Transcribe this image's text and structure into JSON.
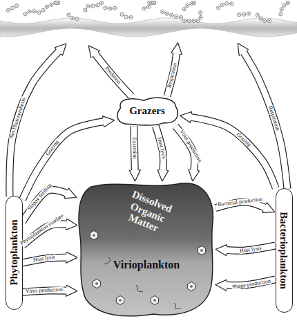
{
  "diagram": {
    "nodes": [
      {
        "text": [
          "Grazers"
        ]
      },
      {
        "text": [
          "Phytoplankton"
        ]
      },
      {
        "text": [
          "Dissolved Organic Matter",
          "Virioplankton"
        ]
      },
      {
        "text": [
          "Bacterioplankton"
        ]
      }
    ],
    "edges": [
      {
        "from": 1,
        "to": 0,
        "arrow": "to",
        "label": "Grazing"
      },
      {
        "from": 1,
        "to": 2,
        "arrow": "to",
        "label": "Sloppy feeding"
      },
      {
        "from": 1,
        "to": 2,
        "arrow": "to",
        "label": "Phytoplankton exudate"
      },
      {
        "from": 1,
        "to": 2,
        "arrow": "to",
        "label": "Host lysis"
      },
      {
        "from": 1,
        "to": 2,
        "arrow": "to",
        "label": "Virus production"
      },
      {
        "from": 0,
        "to": 2,
        "arrow": "to",
        "label": "Excretion"
      },
      {
        "from": 0,
        "to": 2,
        "arrow": "to",
        "label": "Host lysis"
      },
      {
        "from": 0,
        "to": 2,
        "arrow": "to",
        "label": "Virus production"
      },
      {
        "from": 3,
        "to": 0,
        "arrow": "to",
        "label": "Grazing"
      },
      {
        "from": 2,
        "to": 3,
        "arrow": "to",
        "label": "Bacterial production"
      },
      {
        "from": 3,
        "to": 2,
        "arrow": "to",
        "label": "Host lysis"
      },
      {
        "from": 3,
        "to": 2,
        "arrow": "to",
        "label": "Phage production"
      }
    ],
    "labels": [
      "Predation",
      "Respiration",
      "Net Photosynthesis",
      "Respiration"
    ]
  }
}
